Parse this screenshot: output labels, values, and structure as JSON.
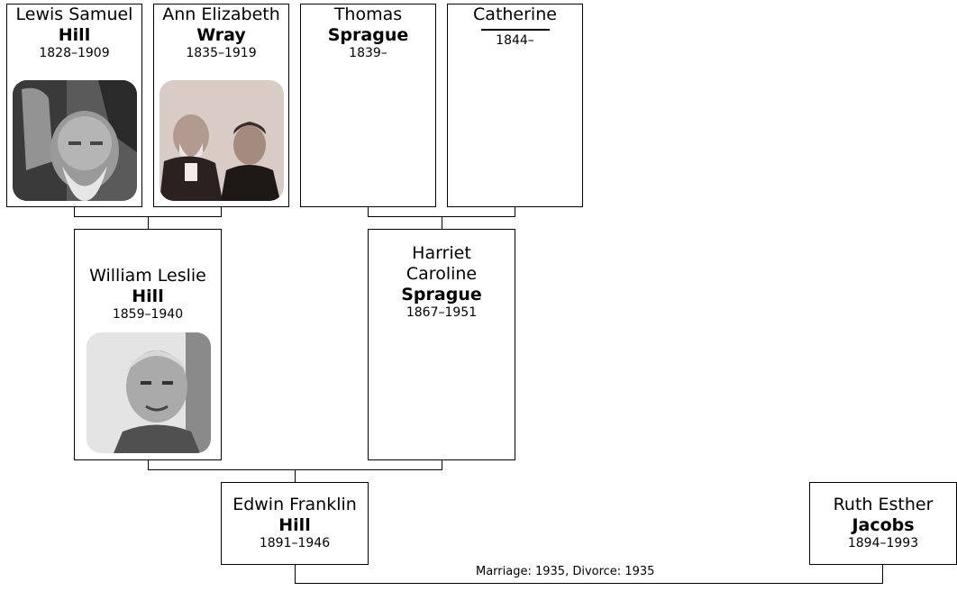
{
  "people": {
    "lewis": {
      "given": "Lewis Samuel",
      "surname": "Hill",
      "years": "1828–1909"
    },
    "ann": {
      "given": "Ann Elizabeth",
      "surname": "Wray",
      "years": "1835–1919"
    },
    "thomas": {
      "given": "Thomas",
      "surname": "Sprague",
      "years": "1839–"
    },
    "catherine": {
      "given": "Catherine",
      "surname": "",
      "years": "1844–"
    },
    "william": {
      "given": "William Leslie",
      "surname": "Hill",
      "years": "1859–1940"
    },
    "harriet": {
      "given": "Harriet Caroline",
      "surname": "Sprague",
      "years": "1867–1951"
    },
    "edwin": {
      "given": "Edwin Franklin",
      "surname": "Hill",
      "years": "1891–1946"
    },
    "ruth": {
      "given": "Ruth Esther",
      "surname": "Jacobs",
      "years": "1894–1993"
    }
  },
  "relationships": {
    "edwin_ruth": "Marriage: 1935, Divorce: 1935"
  },
  "photos": {
    "lewis": "portrait-elderly-bearded-man",
    "ann": "portrait-elderly-couple",
    "william": "portrait-smiling-man"
  }
}
